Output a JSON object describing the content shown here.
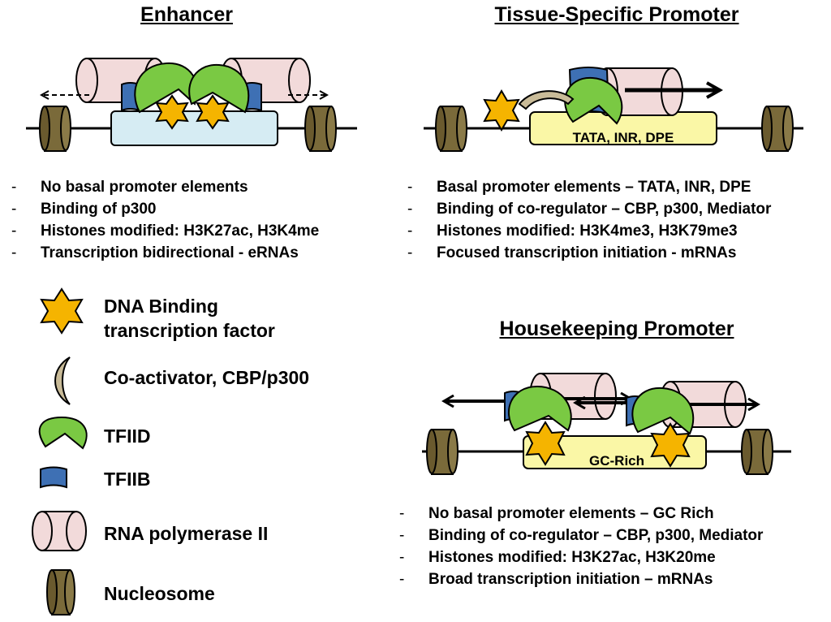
{
  "enhancer": {
    "title": "Enhancer",
    "bullets": [
      "No basal promoter elements",
      "Binding of p300",
      "Histones modified: H3K27ac, H3K4me",
      "Transcription bidirectional - eRNAs"
    ]
  },
  "tissue_specific": {
    "title": "Tissue-Specific Promoter",
    "box_label": "TATA, INR, DPE",
    "bullets": [
      "Basal promoter elements – TATA, INR, DPE",
      "Binding of co-regulator – CBP, p300, Mediator",
      "Histones modified: H3K4me3, H3K79me3",
      "Focused transcription initiation - mRNAs"
    ]
  },
  "housekeeping": {
    "title": "Housekeeping Promoter",
    "box_label": "GC-Rich",
    "bullets": [
      "No basal promoter elements – GC Rich",
      "Binding of co-regulator – CBP, p300, Mediator",
      "Histones modified: H3K27ac, H3K20me",
      "Broad transcription initiation – mRNAs"
    ]
  },
  "legend": {
    "tf_label_line1": "DNA Binding",
    "tf_label_line2": "transcription factor",
    "coactivator_label": "Co-activator, CBP/p300",
    "tfiid_label": "TFIID",
    "tfiib_label": "TFIIB",
    "polii_label": "RNA polymerase II",
    "nucleosome_label": "Nucleosome"
  },
  "colors": {
    "nucleosome": "#7a6a3a",
    "polymerase": "#f2dada",
    "tfiid": "#7ac943",
    "tfiib": "#3e70b4",
    "tf_star": "#f5b400",
    "coactivator": "#c9bb98",
    "enhancer_box": "#d6ecf3",
    "promoter_box": "#faf7a6"
  }
}
